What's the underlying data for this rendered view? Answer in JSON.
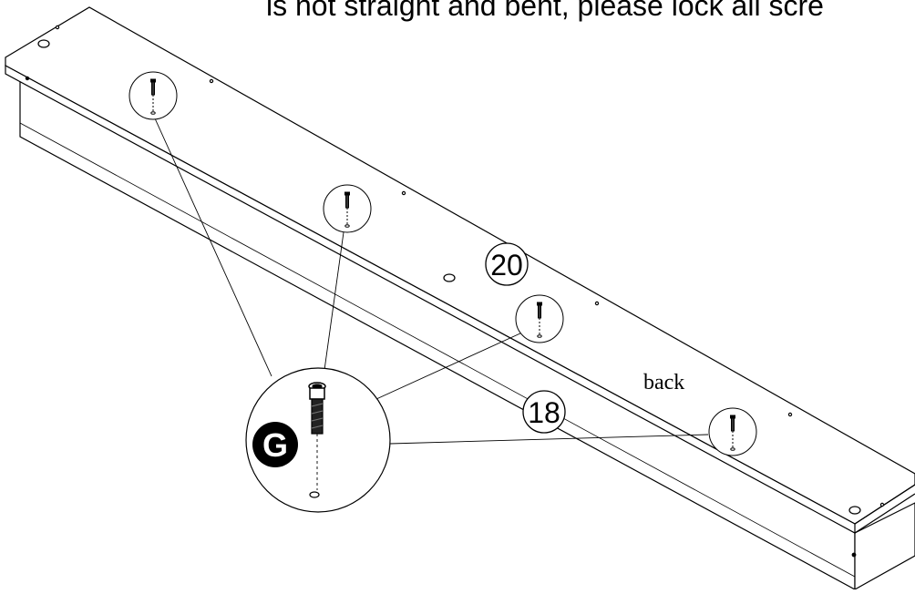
{
  "instruction_text": "is not straight and bent, please lock all scre",
  "labels": {
    "part_top": "20",
    "part_front": "18",
    "side": "back",
    "hardware": "G"
  }
}
